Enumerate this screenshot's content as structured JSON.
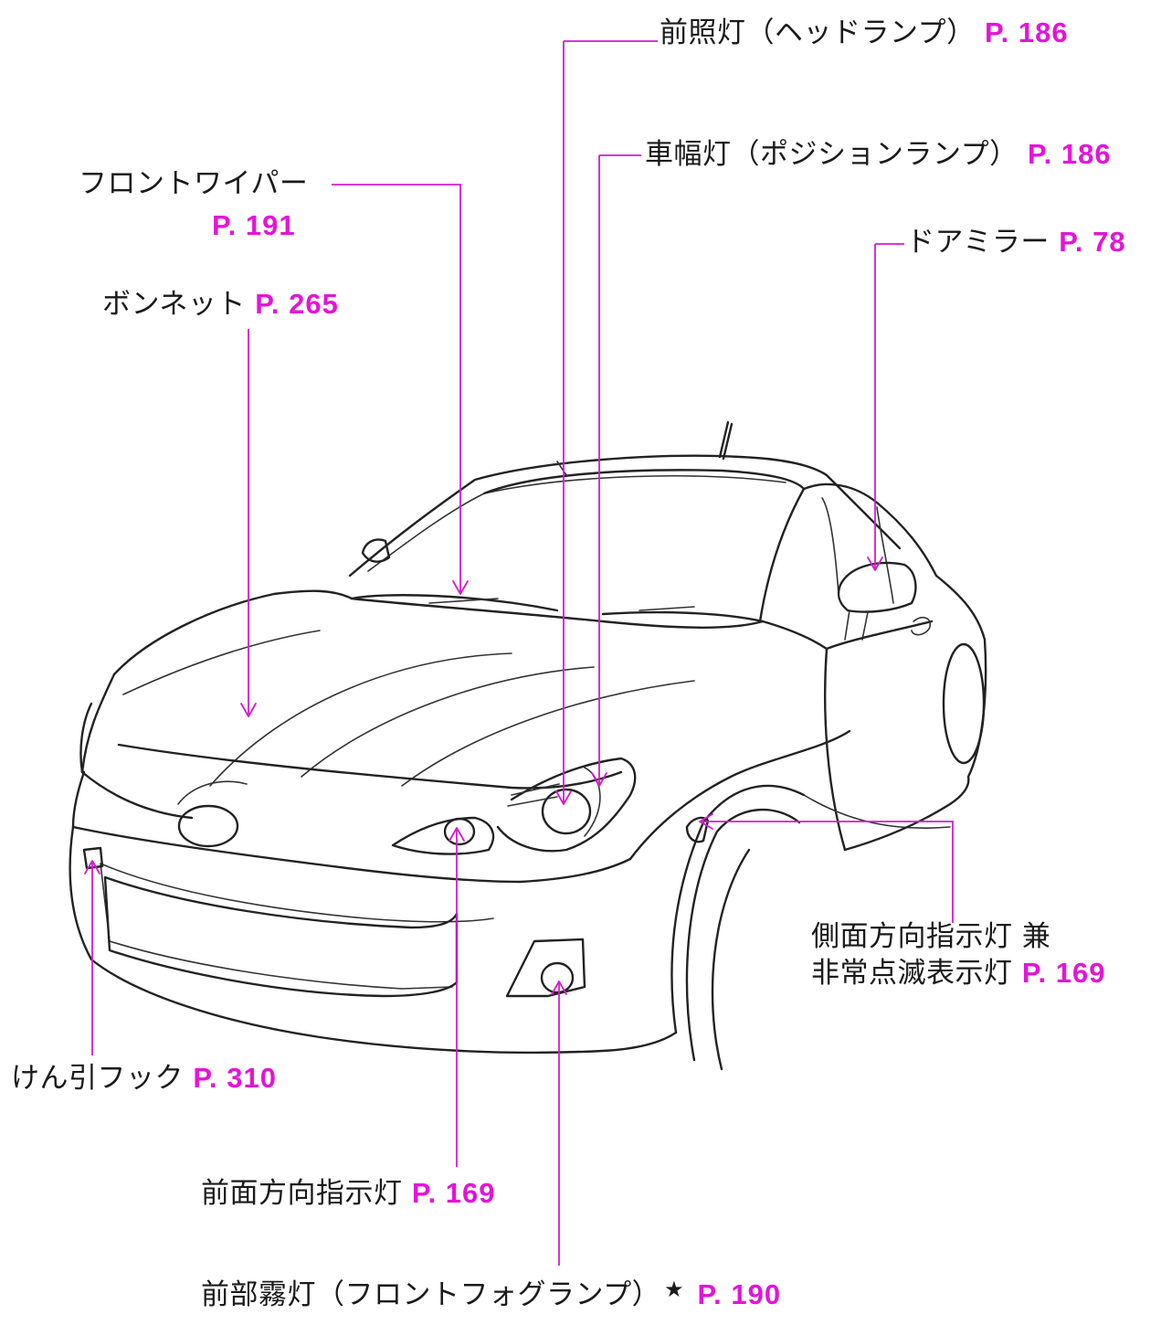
{
  "colors": {
    "leader": "#d61ad0",
    "page_ref": "#e414d8",
    "outline": "#222222"
  },
  "labels": {
    "headlamp": {
      "text": "前照灯（ヘッドランプ）",
      "page": "P. 186"
    },
    "position": {
      "text": "車幅灯（ポジションランプ）",
      "page": "P. 186"
    },
    "wiper": {
      "text": "フロントワイパー",
      "page": "P. 191"
    },
    "mirror": {
      "text": "ドアミラー",
      "page": "P. 78"
    },
    "bonnet": {
      "text": "ボンネット",
      "page": "P. 265"
    },
    "side_turn": {
      "line1": "側面方向指示灯 兼",
      "line2": "非常点滅表示灯",
      "page": "P. 169"
    },
    "tow_hook": {
      "text": "けん引フック",
      "page": "P. 310"
    },
    "front_turn": {
      "text": "前面方向指示灯",
      "page": "P. 169"
    },
    "fog": {
      "text": "前部霧灯（フロントフォグランプ）",
      "star": "★",
      "page": "P. 190"
    }
  }
}
